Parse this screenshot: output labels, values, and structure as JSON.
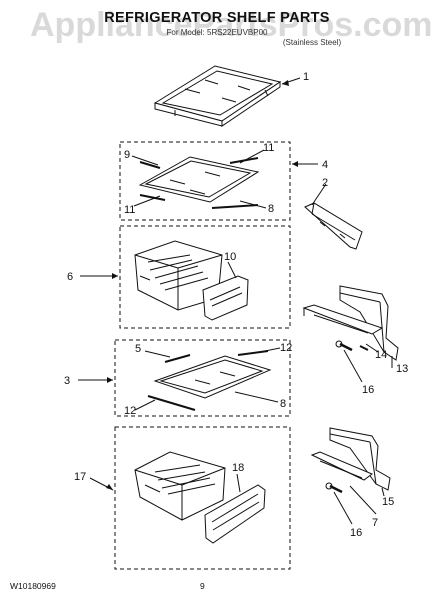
{
  "watermark": "AppliancePartsPros.com",
  "title": "REFRIGERATOR SHELF PARTS",
  "subtitle_model": "For Model: 5RS22EUVBP00",
  "subtitle_finish": "(Stainless Steel)",
  "footer": {
    "doc_number": "W10180969",
    "page": "9"
  },
  "callouts": {
    "c1": "1",
    "c2": "2",
    "c3": "3",
    "c4": "4",
    "c5": "5",
    "c6": "6",
    "c7": "7",
    "c8a": "8",
    "c8b": "8",
    "c9": "9",
    "c10": "10",
    "c11a": "11",
    "c11b": "11",
    "c12a": "12",
    "c12b": "12",
    "c13": "13",
    "c14": "14",
    "c15": "15",
    "c16a": "16",
    "c16b": "16",
    "c17": "17",
    "c18": "18"
  }
}
